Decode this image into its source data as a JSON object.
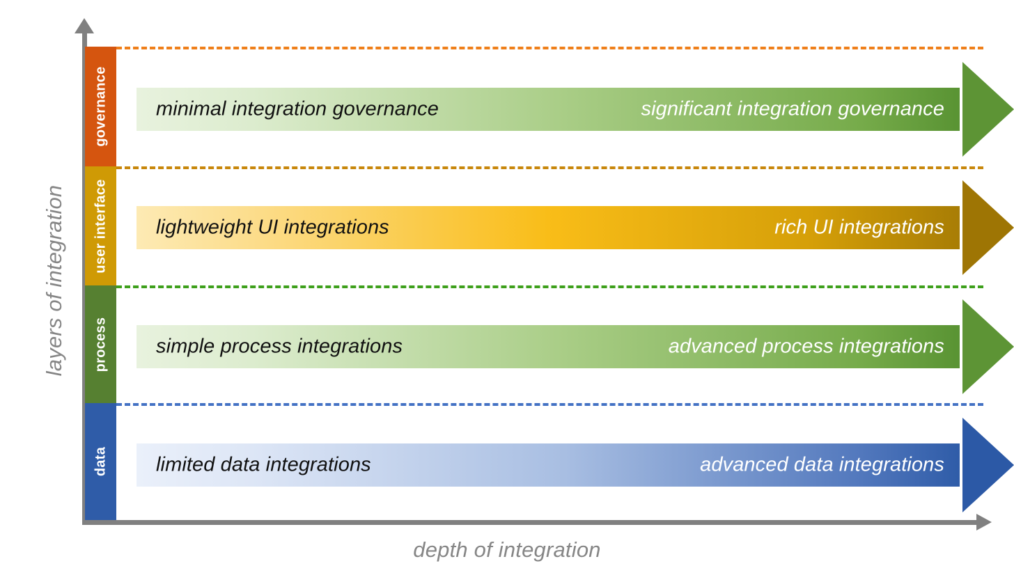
{
  "axes": {
    "y_title": "layers of integration",
    "x_title": "depth of integration",
    "axis_color": "#808080"
  },
  "layers": [
    {
      "key": "governance",
      "tab_label": "governance",
      "tab_color": "#d5550f",
      "separator_color": "#ef7f1a",
      "start_label": "minimal integration governance",
      "end_label": "significant integration governance",
      "arrow_start_color": "#e8f2de",
      "arrow_end_color": "#5d9435"
    },
    {
      "key": "user-interface",
      "tab_label": "user interface",
      "tab_color": "#cf9a05",
      "separator_color": "#c8870c",
      "start_label": "lightweight UI integrations",
      "end_label": "rich UI integrations",
      "arrow_start_color": "#fdeab4",
      "arrow_end_color": "#9e7504"
    },
    {
      "key": "process",
      "tab_label": "process",
      "tab_color": "#568031",
      "separator_color": "#3ea01c",
      "start_label": "simple process integrations",
      "end_label": "advanced process integrations",
      "arrow_start_color": "#e8f2de",
      "arrow_end_color": "#5d9435"
    },
    {
      "key": "data",
      "tab_label": "data",
      "tab_color": "#2f5ca8",
      "separator_color": "#4472c4",
      "start_label": "limited data integrations",
      "end_label": "advanced data integrations",
      "arrow_start_color": "#eaf0fa",
      "arrow_end_color": "#2c59a6"
    }
  ],
  "chart_data": {
    "type": "diagram",
    "title": "",
    "xlabel": "depth of integration",
    "ylabel": "layers of integration",
    "categories": [
      "governance",
      "user interface",
      "process",
      "data"
    ],
    "series": [
      {
        "name": "governance",
        "low_end": "minimal integration governance",
        "high_end": "significant integration governance"
      },
      {
        "name": "user interface",
        "low_end": "lightweight UI integrations",
        "high_end": "rich UI integrations"
      },
      {
        "name": "process",
        "low_end": "simple process integrations",
        "high_end": "advanced process integrations"
      },
      {
        "name": "data",
        "low_end": "limited data integrations",
        "high_end": "advanced data integrations"
      }
    ],
    "grid": false,
    "legend": "none"
  }
}
